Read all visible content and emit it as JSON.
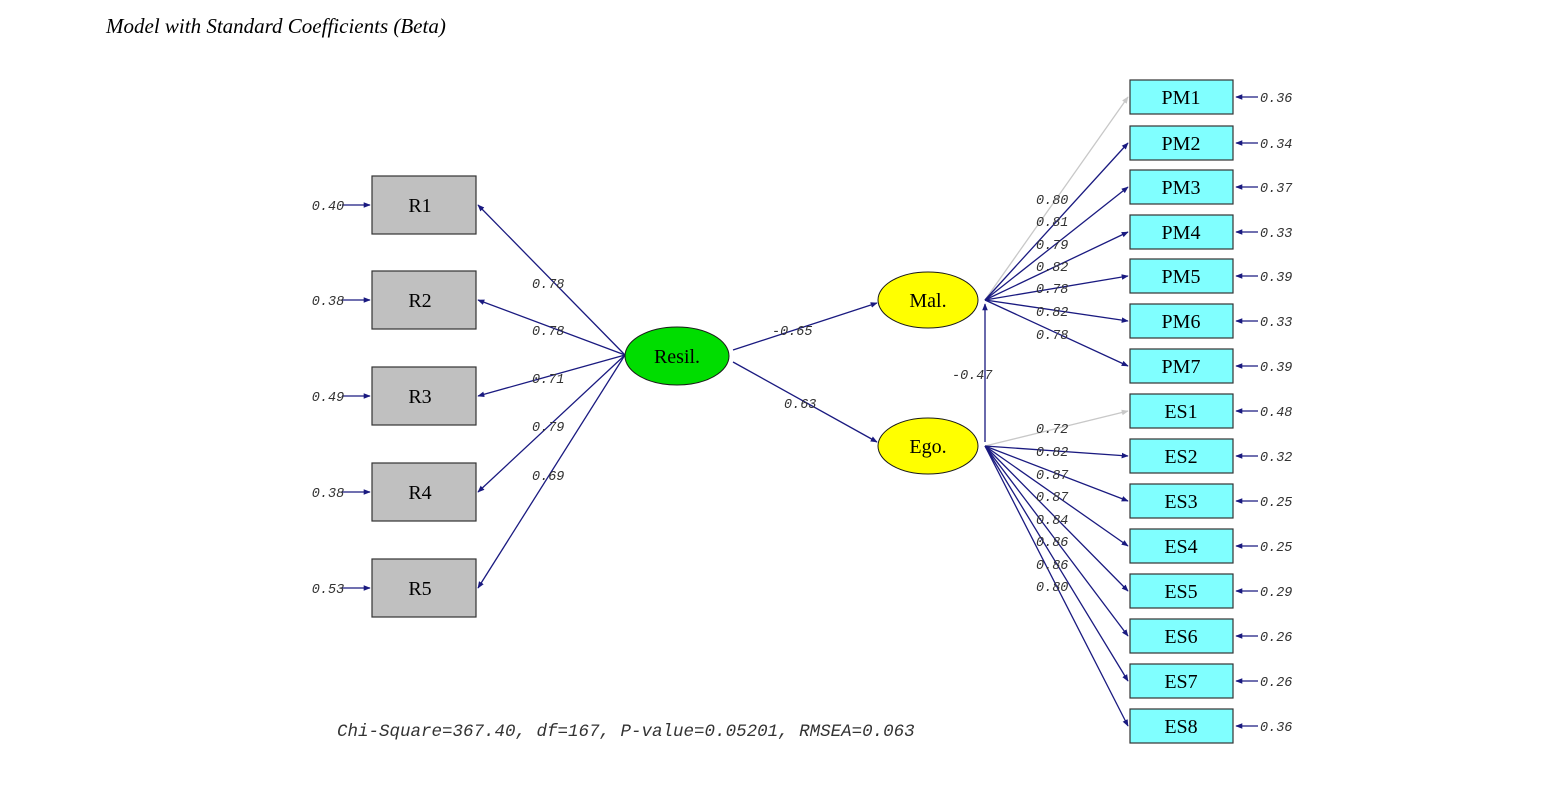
{
  "caption": "Model with Standard Coefficients (Beta)",
  "colors": {
    "path": "#1a1a80",
    "reference_path": "#c8c8c8",
    "resilience_fill": "#00dd00",
    "mediator_fill": "#ffff00",
    "indicator_left_fill": "#c0c0c0",
    "indicator_right_fill": "#80ffff"
  },
  "latents": {
    "resil": {
      "label": "Resil."
    },
    "mal": {
      "label": "Mal."
    },
    "ego": {
      "label": "Ego."
    }
  },
  "structural_paths": [
    {
      "from": "Resil.",
      "to": "Mal.",
      "coefficient": "-0.65"
    },
    {
      "from": "Resil.",
      "to": "Ego.",
      "coefficient": "0.63"
    },
    {
      "from": "Ego.",
      "to": "Mal.",
      "coefficient": "-0.47"
    }
  ],
  "resil_indicators": [
    {
      "label": "R1",
      "loading": "0.78",
      "error": "0.40"
    },
    {
      "label": "R2",
      "loading": "0.78",
      "error": "0.38"
    },
    {
      "label": "R3",
      "loading": "0.71",
      "error": "0.49"
    },
    {
      "label": "R4",
      "loading": "0.79",
      "error": "0.38"
    },
    {
      "label": "R5",
      "loading": "0.69",
      "error": "0.53"
    }
  ],
  "mal_indicators": [
    {
      "label": "PM1",
      "loading": "0.80",
      "error": "0.36"
    },
    {
      "label": "PM2",
      "loading": "0.81",
      "error": "0.34"
    },
    {
      "label": "PM3",
      "loading": "0.79",
      "error": "0.37"
    },
    {
      "label": "PM4",
      "loading": "0.82",
      "error": "0.33"
    },
    {
      "label": "PM5",
      "loading": "0.78",
      "error": "0.39"
    },
    {
      "label": "PM6",
      "loading": "0.82",
      "error": "0.33"
    },
    {
      "label": "PM7",
      "loading": "0.78",
      "error": "0.39"
    }
  ],
  "ego_indicators": [
    {
      "label": "ES1",
      "loading": "0.72",
      "error": "0.48"
    },
    {
      "label": "ES2",
      "loading": "0.82",
      "error": "0.32"
    },
    {
      "label": "ES3",
      "loading": "0.87",
      "error": "0.25"
    },
    {
      "label": "ES4",
      "loading": "0.87",
      "error": "0.25"
    },
    {
      "label": "ES5",
      "loading": "0.84",
      "error": "0.29"
    },
    {
      "label": "ES6",
      "loading": "0.86",
      "error": "0.26"
    },
    {
      "label": "ES7",
      "loading": "0.86",
      "error": "0.26"
    },
    {
      "label": "ES8",
      "loading": "0.80",
      "error": "0.36"
    }
  ],
  "fit_statistics": "Chi-Square=367.40, df=167, P-value=0.05201, RMSEA=0.063"
}
